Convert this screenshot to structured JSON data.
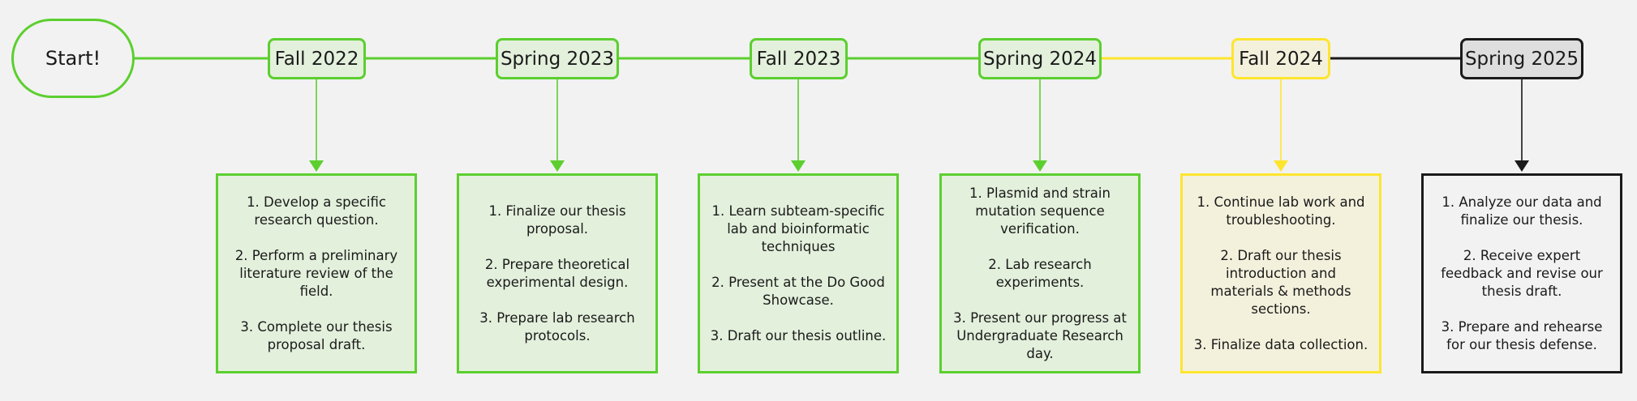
{
  "start": {
    "label": "Start!"
  },
  "colors": {
    "green": "#5ccf2f",
    "yellow": "#fde52f",
    "black": "#1a1a1a"
  },
  "milestones": [
    {
      "term": "Fall 2022",
      "status": "green",
      "tasks": [
        "1. Develop a specific research question.",
        "2. Perform a preliminary literature review of the field.",
        "3. Complete our thesis proposal draft."
      ]
    },
    {
      "term": "Spring 2023",
      "status": "green",
      "tasks": [
        "1. Finalize our thesis proposal.",
        "2. Prepare theoretical experimental design.",
        "3. Prepare lab research protocols."
      ]
    },
    {
      "term": "Fall 2023",
      "status": "green",
      "tasks": [
        "1. Learn subteam-specific lab and bioinformatic techniques",
        "2. Present at the Do Good Showcase.",
        "3. Draft our thesis outline."
      ]
    },
    {
      "term": "Spring 2024",
      "status": "green",
      "tasks": [
        "1. Plasmid and strain mutation sequence verification.",
        "2. Lab research experiments.",
        "3. Present our progress at Undergraduate Research day."
      ]
    },
    {
      "term": "Fall 2024",
      "status": "yellow",
      "tasks": [
        "1. Continue lab work and troubleshooting.",
        "2. Draft our thesis introduction and materials & methods sections.",
        "3. Finalize data collection."
      ]
    },
    {
      "term": "Spring 2025",
      "status": "black",
      "tasks": [
        "1. Analyze our data and finalize our thesis.",
        "2. Receive expert feedback and revise our thesis draft.",
        "3. Prepare and rehearse for our thesis defense."
      ]
    }
  ]
}
